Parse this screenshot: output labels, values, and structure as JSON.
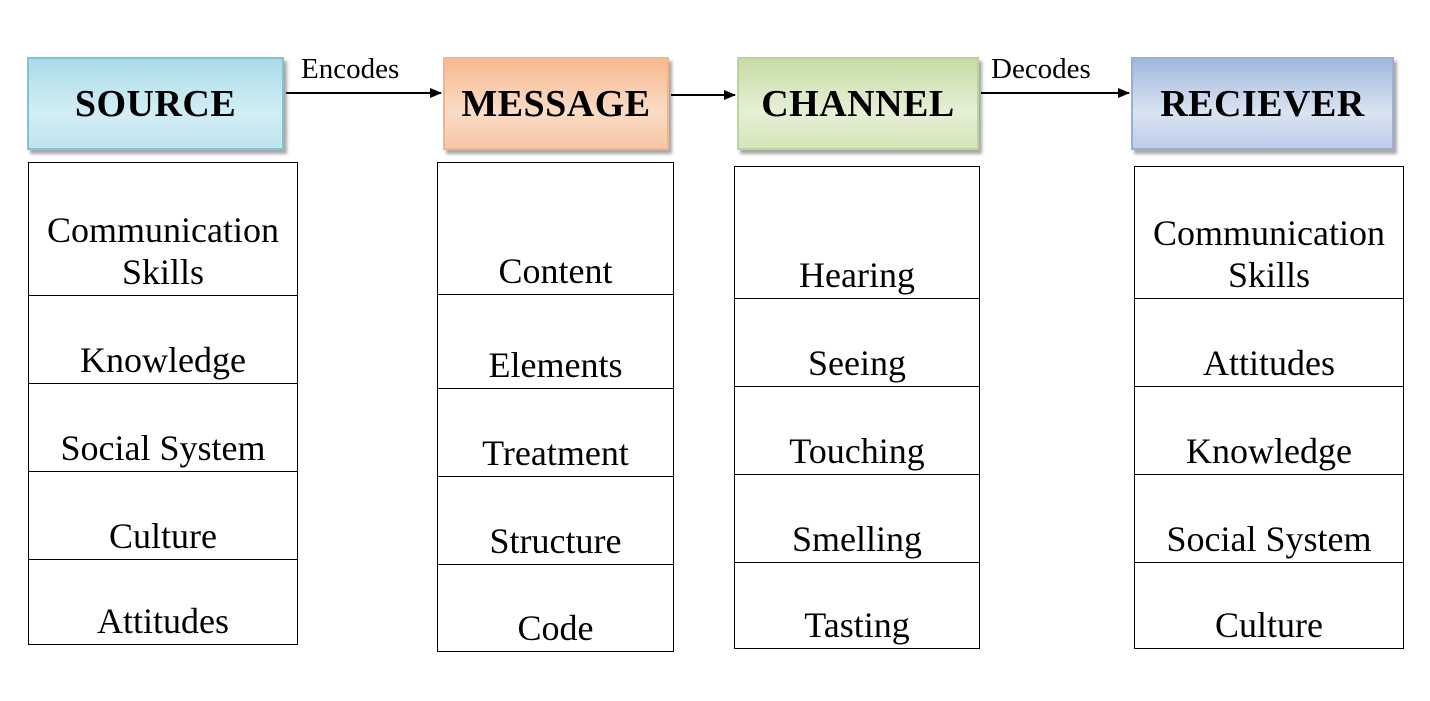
{
  "headers": {
    "source": "SOURCE",
    "message": "MESSAGE",
    "channel": "CHANNEL",
    "receiver": "RECIEVER"
  },
  "arrows": {
    "encodes": "Encodes",
    "decodes": "Decodes"
  },
  "columns": {
    "source": [
      "Communication Skills",
      "Knowledge",
      "Social System",
      "Culture",
      "Attitudes"
    ],
    "message": [
      "Content",
      "Elements",
      "Treatment",
      "Structure",
      "Code"
    ],
    "channel": [
      "Hearing",
      "Seeing",
      "Touching",
      "Smelling",
      "Tasting"
    ],
    "receiver": [
      "Communication Skills",
      "Attitudes",
      "Knowledge",
      "Social System",
      "Culture"
    ]
  },
  "colors": {
    "source": "#a9dbe8",
    "message": "#f7b98f",
    "channel": "#c6dca4",
    "receiver": "#9fb7dc"
  }
}
